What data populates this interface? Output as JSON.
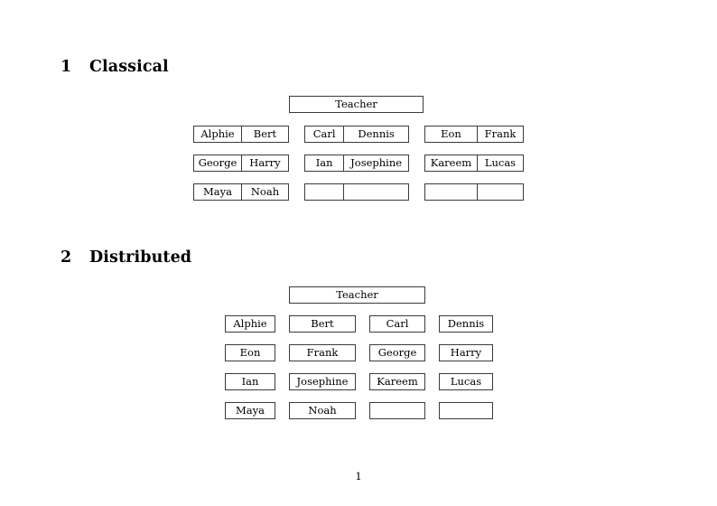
{
  "document": {
    "page_number": "1",
    "border_color": "#3b3b3b",
    "text_color": "#000000",
    "background": "#ffffff"
  },
  "sections": [
    {
      "number": "1",
      "title": "Classical",
      "root": {
        "label": "Teacher"
      },
      "layout": "grouped-pairs",
      "groups": [
        {
          "rows": [
            [
              "Alphie",
              "Bert"
            ],
            [
              "George",
              "Harry"
            ],
            [
              "Maya",
              "Noah"
            ]
          ]
        },
        {
          "rows": [
            [
              "Carl",
              "Dennis"
            ],
            [
              "Ian",
              "Josephine"
            ],
            [
              "",
              ""
            ]
          ]
        },
        {
          "rows": [
            [
              "Eon",
              "Frank"
            ],
            [
              "Kareem",
              "Lucas"
            ],
            [
              "",
              ""
            ]
          ]
        }
      ]
    },
    {
      "number": "2",
      "title": "Distributed",
      "root": {
        "label": "Teacher"
      },
      "layout": "individual-boxes",
      "rows": [
        [
          "Alphie",
          "Bert",
          "Carl",
          "Dennis"
        ],
        [
          "Eon",
          "Frank",
          "George",
          "Harry"
        ],
        [
          "Ian",
          "Josephine",
          "Kareem",
          "Lucas"
        ],
        [
          "Maya",
          "Noah",
          "",
          ""
        ]
      ]
    }
  ]
}
